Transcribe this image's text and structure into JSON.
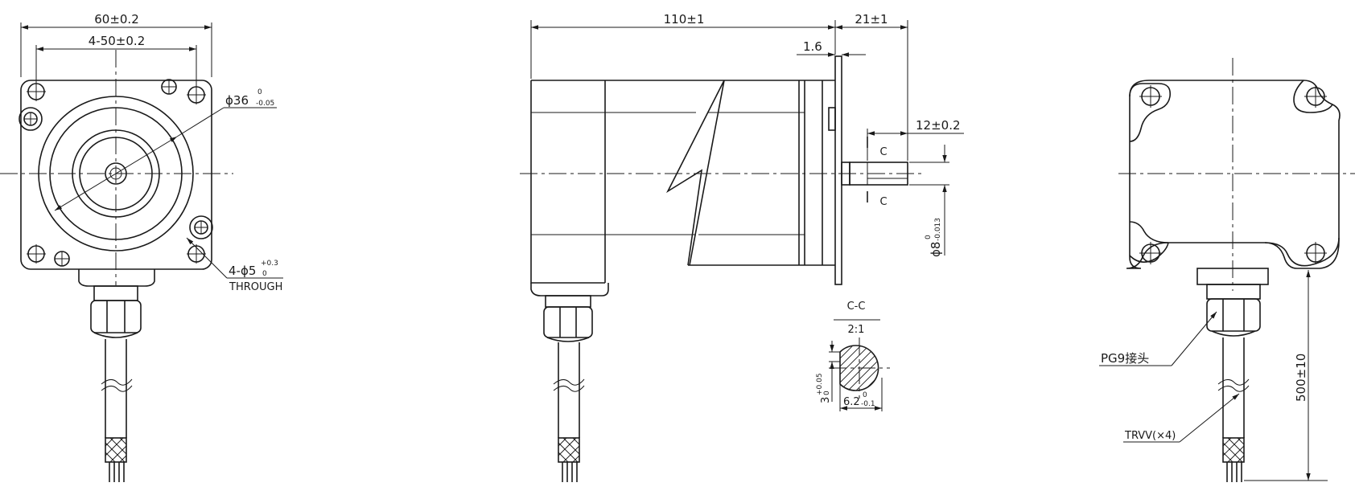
{
  "front_view": {
    "width_dim": "60±0.2",
    "hole_pitch_dim": "4-50±0.2",
    "pilot_dia_main": "ϕ36",
    "pilot_dia_upper": "0",
    "pilot_dia_lower": "-0.05",
    "hole_dia_main": "4-ϕ5",
    "hole_dia_upper": "+0.3",
    "hole_dia_lower": "0",
    "hole_note": "THROUGH"
  },
  "side_view": {
    "body_length_dim": "110±1",
    "shaft_length_dim": "21±1",
    "flange_thickness_dim": "1.6",
    "flat_length_dim": "12±0.2",
    "section_mark_top": "C",
    "section_mark_bottom": "C",
    "shaft_dia_main": "ϕ8",
    "shaft_dia_upper": "0",
    "shaft_dia_lower": "-0.013"
  },
  "section_view": {
    "title": "C-C",
    "scale": "2:1",
    "key_dim_main": "3",
    "key_dim_upper": "+0.05",
    "key_dim_lower": "0",
    "flat_dim_main": "6.2",
    "flat_dim_upper": "0",
    "flat_dim_lower": "-0.1"
  },
  "rear_view": {
    "connector_label": "PG9接头",
    "cable_label": "TRVV(×4)",
    "cable_length_dim": "500±10"
  }
}
